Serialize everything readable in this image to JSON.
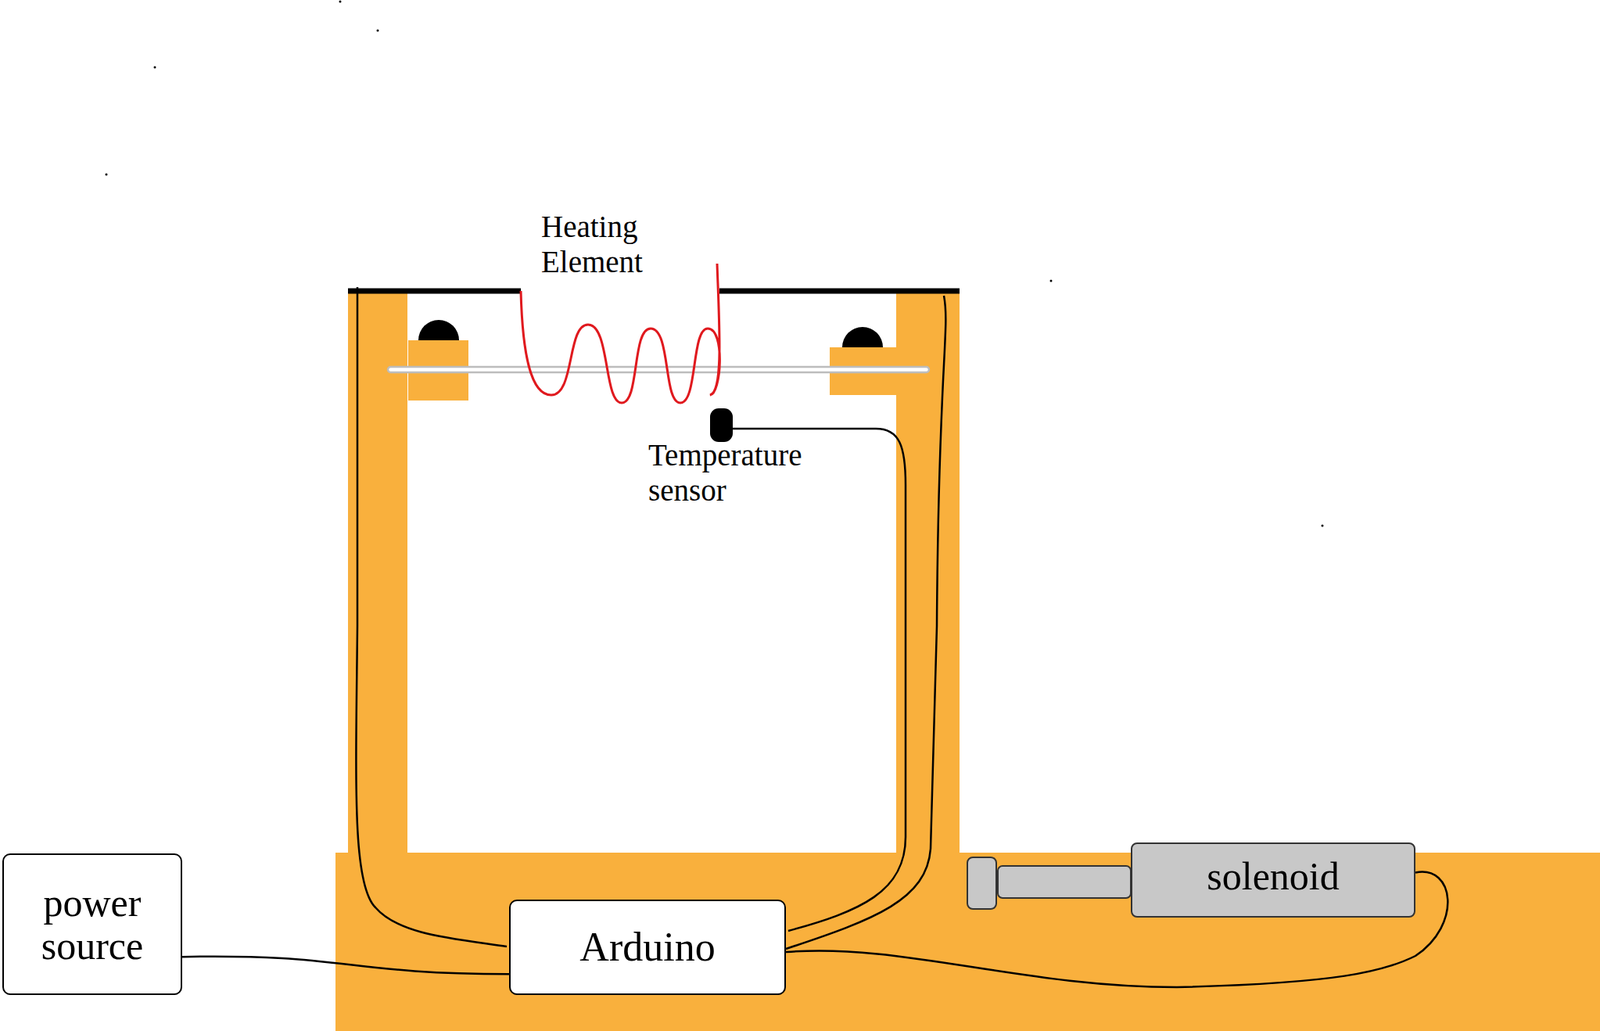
{
  "diagram": {
    "nodes": [
      {
        "text": [
          "power source"
        ]
      },
      {
        "text": [
          "Arduino"
        ]
      },
      {
        "text": [
          "solenoid"
        ]
      }
    ],
    "edges": [
      {
        "from": 0,
        "to": 1,
        "arrow": "none"
      },
      {
        "from": 1,
        "to": 2,
        "arrow": "none"
      }
    ],
    "labels": [
      "Heating Element",
      "Temperature sensor"
    ]
  }
}
